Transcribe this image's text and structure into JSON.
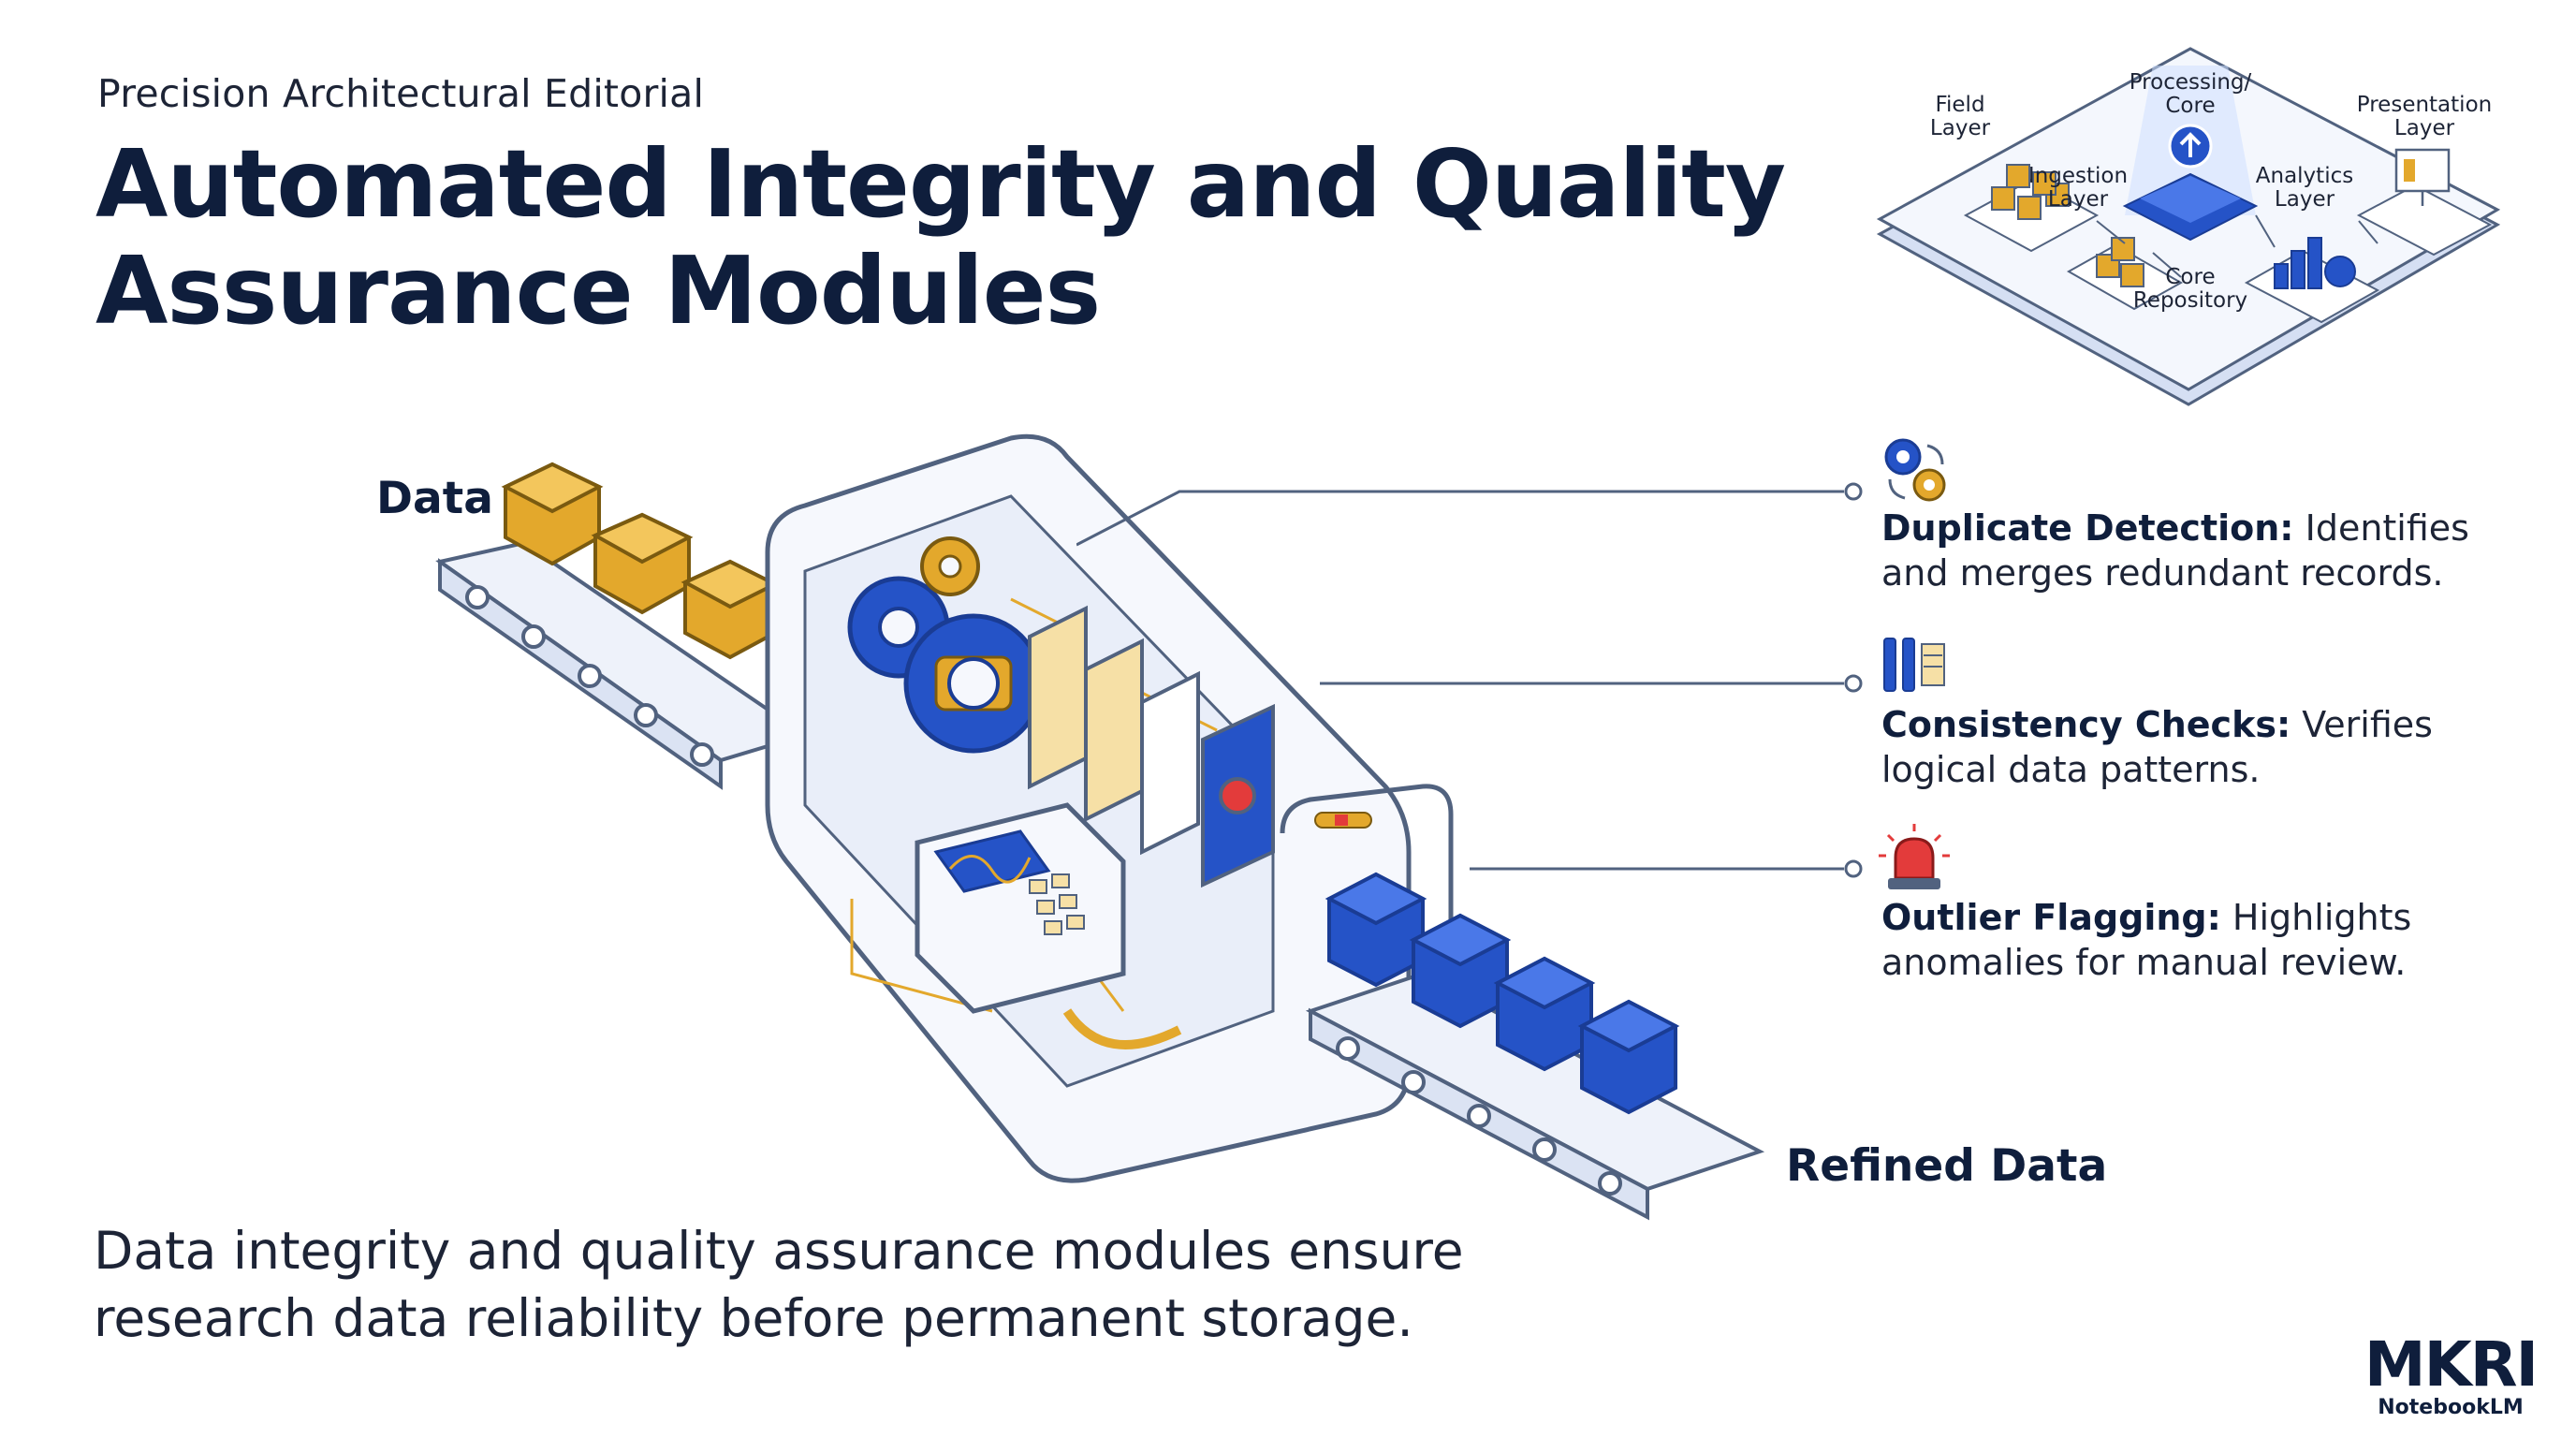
{
  "header": {
    "kicker": "Precision Architectural Editorial",
    "title_line1": "Automated Integrity and Quality",
    "title_line2": "Assurance Modules"
  },
  "architecture": {
    "field_layer": [
      "Field",
      "Layer"
    ],
    "ingestion_layer": [
      "Ingestion",
      "Layer"
    ],
    "processing_core": [
      "Processing/",
      "Core"
    ],
    "core_repository": [
      "Core",
      "Repository"
    ],
    "analytics_layer": [
      "Analytics",
      "Layer"
    ],
    "presentation_layer": [
      "Presentation",
      "Layer"
    ]
  },
  "conveyor": {
    "input_label": "Data",
    "output_label": "Refined Data"
  },
  "callouts": [
    {
      "title": "Duplicate Detection:",
      "text_line1": "Identifies",
      "text_line2": "and merges redundant records.",
      "icon": "gears-icon"
    },
    {
      "title": "Consistency Checks:",
      "text_line1": "Verifies",
      "text_line2": "logical data patterns.",
      "icon": "columns-icon"
    },
    {
      "title": "Outlier Flagging:",
      "text_line1": "Highlights",
      "text_line2": "anomalies for manual review.",
      "icon": "alarm-icon"
    }
  ],
  "footer": {
    "line1": "Data integrity and quality assurance modules ensure",
    "line2": "research data reliability before permanent storage."
  },
  "logo": {
    "main": "MKRI",
    "sub": "NotebookLM"
  },
  "colors": {
    "navy": "#0f1e3c",
    "blue": "#2553c7",
    "gold": "#e3a82c",
    "red": "#e33b3b",
    "line": "#51627f"
  }
}
